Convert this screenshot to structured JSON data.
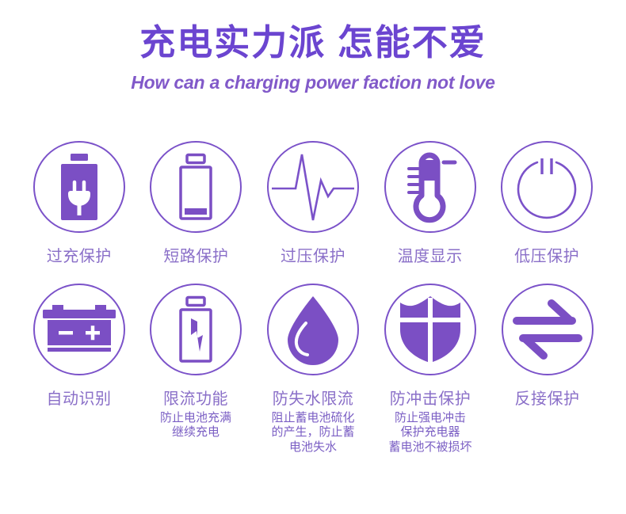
{
  "header": {
    "title_cn": "充电实力派 怎能不爱",
    "title_en": "How can a charging power faction not love",
    "title_color": "#6B45D0",
    "subtitle_color": "#8159C9"
  },
  "theme": {
    "accent": "#7B4FC4",
    "ring_stroke": "#7B52C9",
    "label_color": "#8A6FC8",
    "sublabel_color": "#7B5FC4",
    "background": "#ffffff"
  },
  "features": [
    {
      "icon": "battery-plug-icon",
      "label": "过充保护",
      "sublabel": ""
    },
    {
      "icon": "battery-outline-icon",
      "label": "短路保护",
      "sublabel": ""
    },
    {
      "icon": "ecg-waveform-icon",
      "label": "过压保护",
      "sublabel": ""
    },
    {
      "icon": "thermometer-icon",
      "label": "温度显示",
      "sublabel": ""
    },
    {
      "icon": "power-button-icon",
      "label": "低压保护",
      "sublabel": ""
    },
    {
      "icon": "car-battery-icon",
      "label": "自动识别",
      "sublabel": ""
    },
    {
      "icon": "battery-bolt-icon",
      "label": "限流功能",
      "sublabel": "防止电池充满\n继续充电"
    },
    {
      "icon": "water-drop-icon",
      "label": "防失水限流",
      "sublabel": "阻止蓄电池硫化\n的产生，防止蓄\n电池失水"
    },
    {
      "icon": "shield-icon",
      "label": "防冲击保护",
      "sublabel": "防止强电冲击\n保护充电器\n蓄电池不被损坏"
    },
    {
      "icon": "bidirectional-arrows-icon",
      "label": "反接保护",
      "sublabel": ""
    }
  ]
}
